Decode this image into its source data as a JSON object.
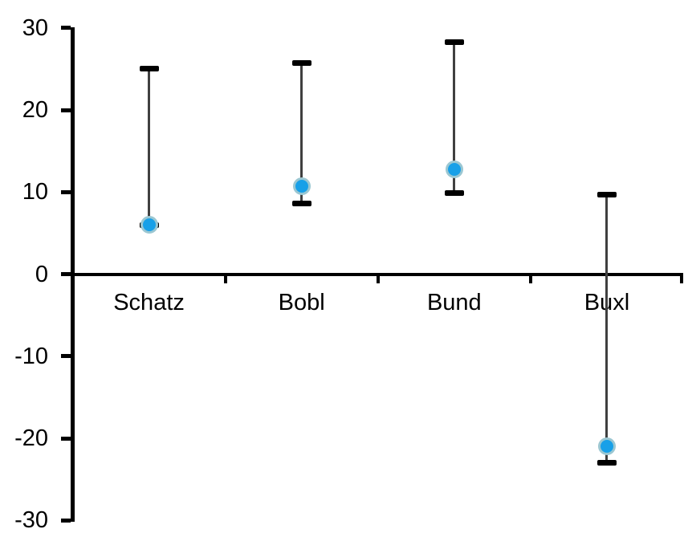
{
  "chart_data": {
    "type": "range-dot",
    "title": "",
    "categories": [
      "Schatz",
      "Bobl",
      "Bund",
      "Buxl"
    ],
    "series": [
      {
        "category": "Schatz",
        "high": 25.0,
        "low": 6.0,
        "dot": 6.0
      },
      {
        "category": "Bobl",
        "high": 25.7,
        "low": 8.6,
        "dot": 10.7
      },
      {
        "category": "Bund",
        "high": 28.3,
        "low": 9.9,
        "dot": 12.8
      },
      {
        "category": "Buxl",
        "high": 9.7,
        "low": -23.0,
        "dot": -21.0
      }
    ],
    "ylim": [
      -30,
      30
    ],
    "yticks": [
      30,
      20,
      10,
      0,
      -10,
      -20,
      -30
    ],
    "xlabel": "",
    "ylabel": "",
    "grid": false,
    "legend": "none",
    "colors": {
      "dot_fill": "#18A0E8",
      "dot_ring": "#9BC7D2",
      "whisker": "#404040",
      "cap": "#000000",
      "axis": "#000000",
      "text": "#000000",
      "background": "#FFFFFF"
    }
  }
}
